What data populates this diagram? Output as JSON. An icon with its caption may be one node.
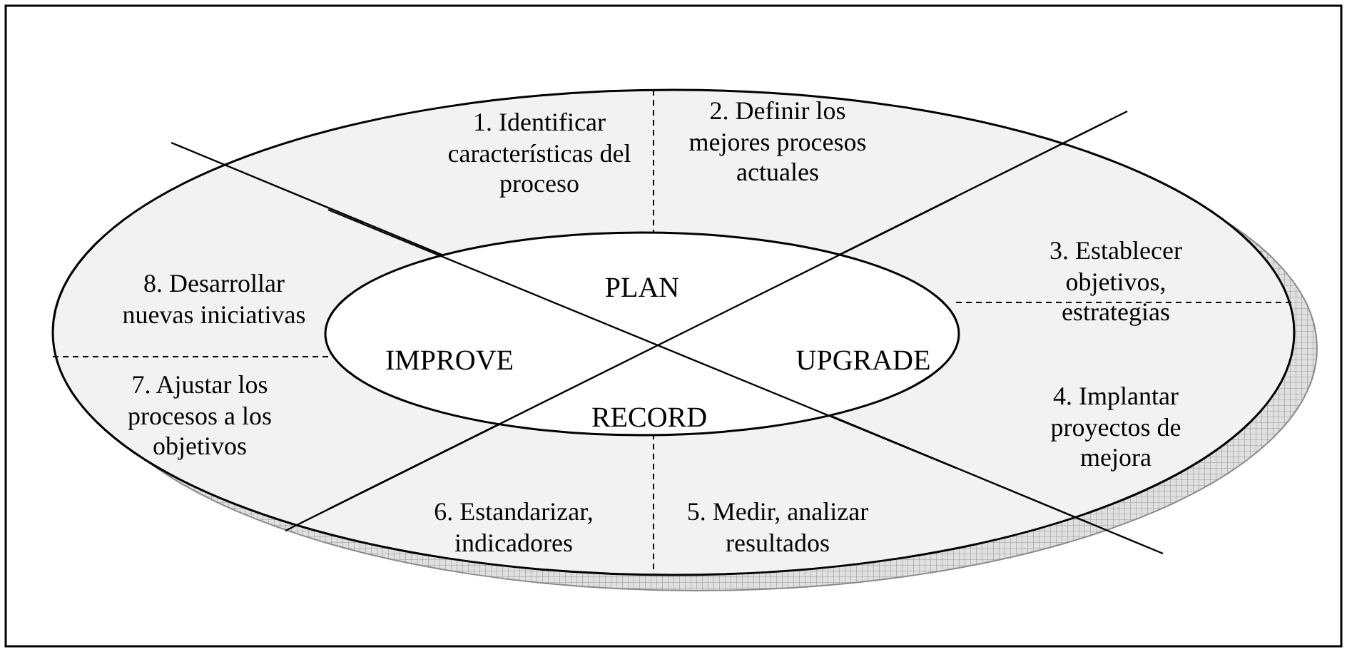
{
  "diagram": {
    "nodes": [
      {
        "text": [
          "1. Identificar características del proceso"
        ]
      },
      {
        "text": [
          "2. Definir los mejores procesos actuales"
        ]
      },
      {
        "text": [
          "3. Establecer objetivos, estrategias"
        ]
      },
      {
        "text": [
          "4. Implantar proyectos de mejora"
        ]
      },
      {
        "text": [
          "5. Medir, analizar resultados"
        ]
      },
      {
        "text": [
          "6. Estandarizar, indicadores"
        ]
      },
      {
        "text": [
          "7. Ajustar los procesos a los objetivos"
        ]
      },
      {
        "text": [
          "8. Desarrollar nuevas iniciativas"
        ]
      },
      {
        "text": [
          "PLAN"
        ]
      },
      {
        "text": [
          "IMPROVE"
        ]
      },
      {
        "text": [
          "UPGRADE"
        ]
      },
      {
        "text": [
          "RECORD"
        ]
      }
    ]
  }
}
